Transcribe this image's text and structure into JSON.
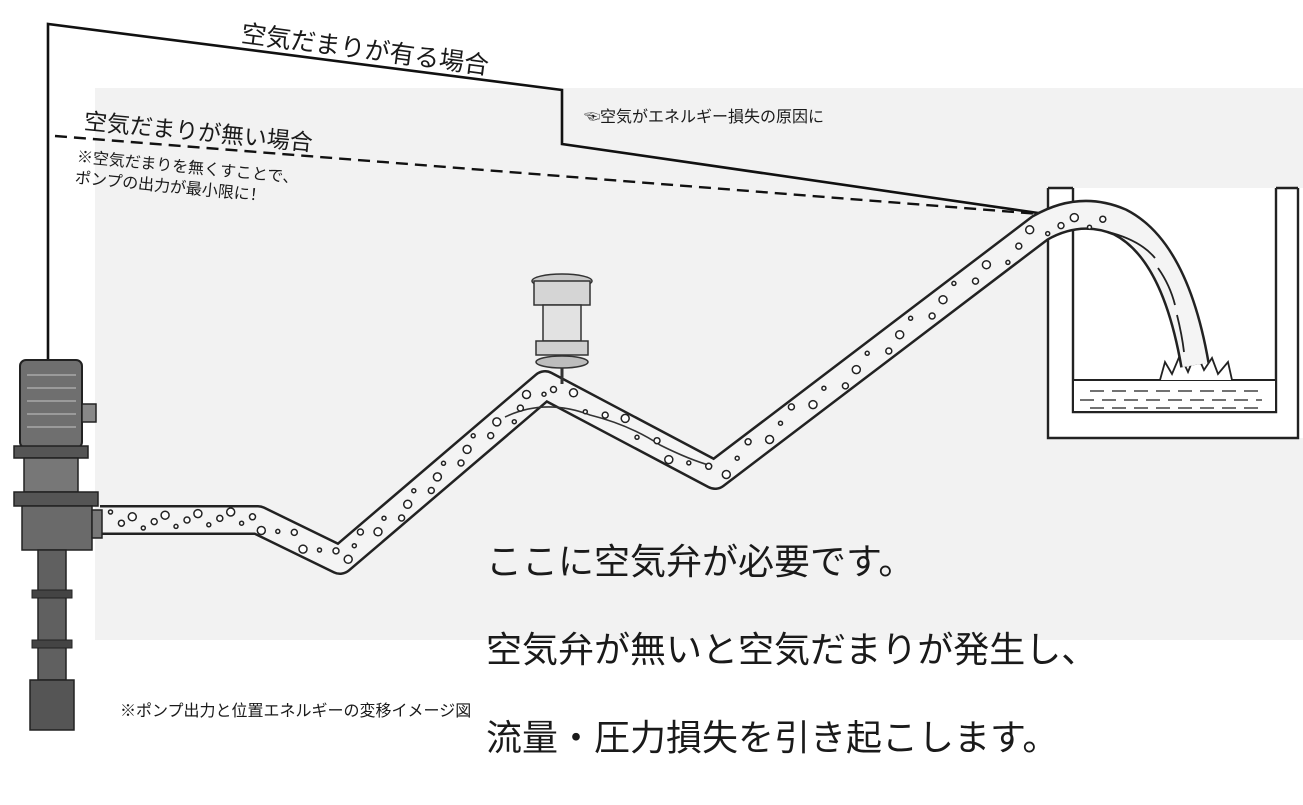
{
  "labels": {
    "with_air_pocket": "空気だまりが有る場合",
    "without_air_pocket": "空気だまりが無い場合",
    "note_line1": "※空気だまりを無くすことで、",
    "note_line2": "ポンプの出力が最小限に！",
    "energy_loss_cause": "☜空気がエネルギー損失の原因に",
    "main_line1": "ここに空気弁が必要です。",
    "main_line2": "空気弁が無いと空気だまりが発生し、",
    "main_line3": "流量・圧力損失を引き起こします。",
    "caption": "※ポンプ出力と位置エネルギーの変移イメージ図"
  },
  "components": {
    "pump": "vertical-pump-icon",
    "air_valve": "air-valve-icon",
    "pipe": "water-pipeline",
    "tank": "discharge-tank"
  },
  "colors": {
    "background": "#ffffff",
    "panel": "#f2f2f2",
    "line": "#111111",
    "pipe_fill": "#f4f4f4"
  }
}
